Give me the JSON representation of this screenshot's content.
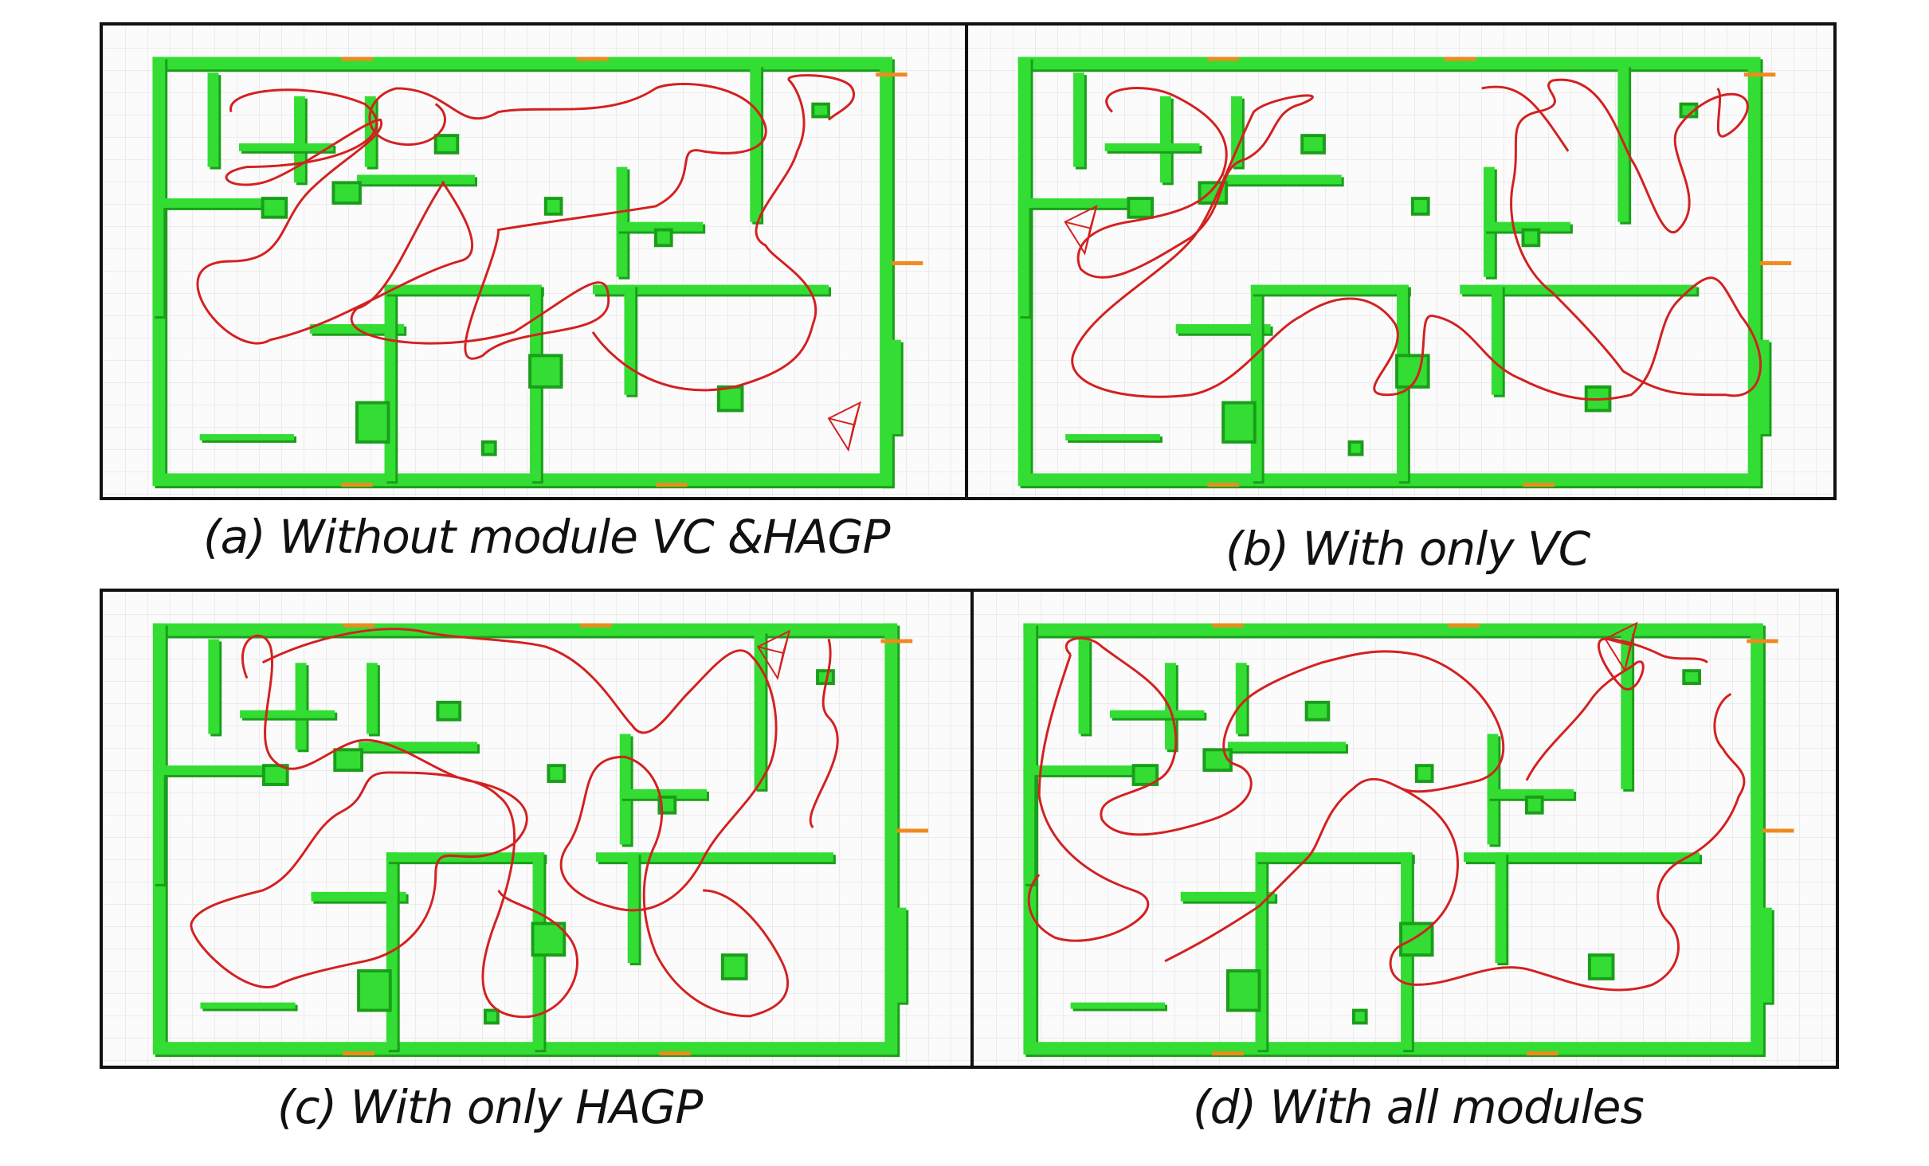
{
  "panels": [
    {
      "id": "a",
      "caption": "(a) Without module VC &HAGP"
    },
    {
      "id": "b",
      "caption": "(b) With only VC"
    },
    {
      "id": "c",
      "caption": "(c) With only HAGP"
    },
    {
      "id": "d",
      "caption": "(d) With all modules"
    }
  ],
  "colors": {
    "wall": "#33dd33",
    "wall_shadow": "#1a9e1a",
    "wall_edge": "#f08a1f",
    "trajectory": "#d42020",
    "camera": "#d42020",
    "frame": "#111111"
  },
  "icons": [
    "camera-frustum-icon"
  ]
}
